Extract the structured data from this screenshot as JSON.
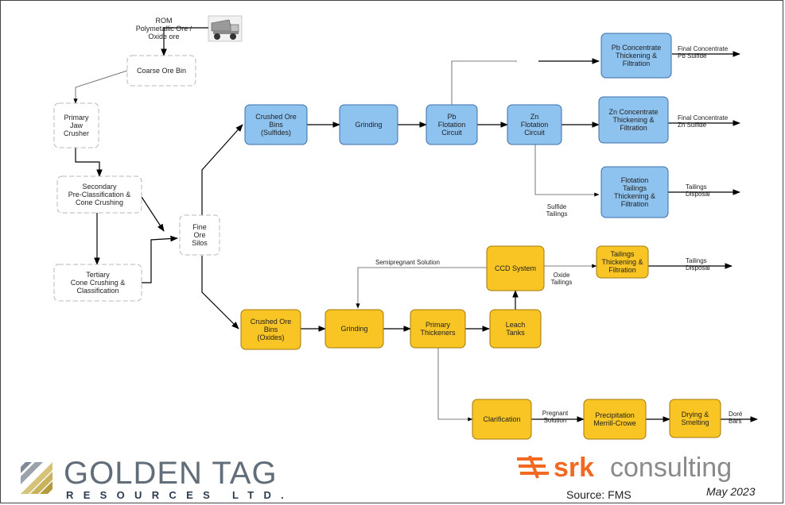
{
  "nodes": {
    "rom": [
      "ROM",
      "Polymetallic Ore /",
      "Oxide ore"
    ],
    "coarse_ore_bin": [
      "Coarse Ore Bin"
    ],
    "primary_crusher": [
      "Primary",
      "Jaw",
      "Crusher"
    ],
    "secondary_crushing": [
      "Secondary",
      "Pre-Classification &",
      "Cone Crushing"
    ],
    "tertiary_crushing": [
      "Tertiary",
      "Cone Crushing &",
      "Classification"
    ],
    "fine_ore_silos": [
      "Fine",
      "Ore",
      "Silos"
    ],
    "crushed_ore_sulfides": [
      "Crushed Ore",
      "Bins",
      "(Sulfides)"
    ],
    "grinding_sulfides": [
      "Grinding"
    ],
    "pb_flotation": [
      "Pb",
      "Flotation",
      "Circuit"
    ],
    "zn_flotation": [
      "Zn",
      "Flotation",
      "Circuit"
    ],
    "pb_concentrate": [
      "Pb Concentrate",
      "Thickening &",
      "Filtration"
    ],
    "zn_concentrate": [
      "Zn Concentrate",
      "Thickening &",
      "Filtration"
    ],
    "flotation_tailings": [
      "Flotation",
      "Tailings",
      "Thickening &",
      "Filtration"
    ],
    "crushed_ore_oxides": [
      "Crushed Ore",
      "Bins",
      "(Oxides)"
    ],
    "grinding_oxides": [
      "Grinding"
    ],
    "primary_thickeners": [
      "Primary",
      "Thickeners"
    ],
    "leach_tanks": [
      "Leach",
      "Tanks"
    ],
    "ccd_system": [
      "CCD System"
    ],
    "tailings_filtration": [
      "Tailings",
      "Thickening &",
      "Filtration"
    ],
    "clarification": [
      "Clarification"
    ],
    "precipitation": [
      "Precipitation",
      "Merrill-Crowe"
    ],
    "drying_smelting": [
      "Drying &",
      "Smelting"
    ]
  },
  "labels": {
    "pb_final": [
      "Final Concentrate",
      "Pb Sulfide"
    ],
    "zn_final": [
      "Final Concentrate",
      "Zn Sulfide"
    ],
    "flot_tailings_disposal": [
      "Tailings",
      "Disposal"
    ],
    "sulfide_tailings": [
      "Sulfide",
      "Tailings"
    ],
    "semipregnant": [
      "Semipregnant Solution"
    ],
    "oxide_tailings": [
      "Oxide",
      "Tailings"
    ],
    "ox_tailings_disposal": [
      "Tailings",
      "Disposal"
    ],
    "pregnant_solution": [
      "Pregnant",
      "Solution"
    ],
    "dore_bars": [
      "Doré",
      "Bars"
    ]
  },
  "footer": {
    "company_name": "GOLDEN TAG",
    "company_sub": "RESOURCES LTD.",
    "srk_brand": "srk",
    "srk_suffix": "consulting",
    "source": "Source: FMS",
    "date": "May 2023"
  },
  "colors": {
    "sulfide_circuit": "#8ec2ef",
    "oxide_circuit": "#f8c524",
    "srk_orange": "#f26a21",
    "golden_tag_gray": "#626d7a"
  },
  "icons": [
    "haul-truck-icon",
    "golden-tag-logo-icon",
    "srk-logo-mark-icon"
  ]
}
